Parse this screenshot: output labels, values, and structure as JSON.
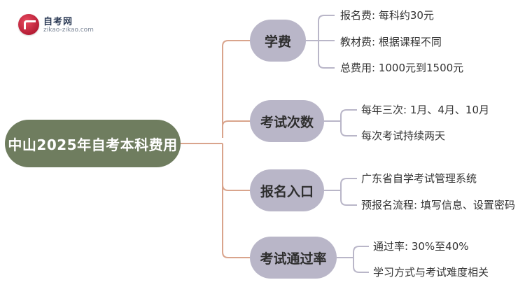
{
  "logo": {
    "name": "自考网",
    "url": "zikao-zikao.com"
  },
  "root": {
    "label": "中山2025年自考本科费用"
  },
  "branches": [
    {
      "label": "学费",
      "leaves": [
        "报名费: 每科约30元",
        "教材费: 根据课程不同",
        "总费用: 1000元到1500元"
      ]
    },
    {
      "label": "考试次数",
      "leaves": [
        "每年三次: 1月、4月、10月",
        "每次考试持续两天"
      ]
    },
    {
      "label": "报名入口",
      "leaves": [
        "广东省自学考试管理系统",
        "预报名流程: 填写信息、设置密码"
      ]
    },
    {
      "label": "考试通过率",
      "leaves": [
        "通过率: 30%至40%",
        "学习方式与考试难度相关"
      ]
    }
  ],
  "colors": {
    "root_fill": "#6f7d5f",
    "branch_fill": "#b9b6c8",
    "root_connector": "#d9a48c",
    "leaf_connector": "#b9b6c8"
  }
}
